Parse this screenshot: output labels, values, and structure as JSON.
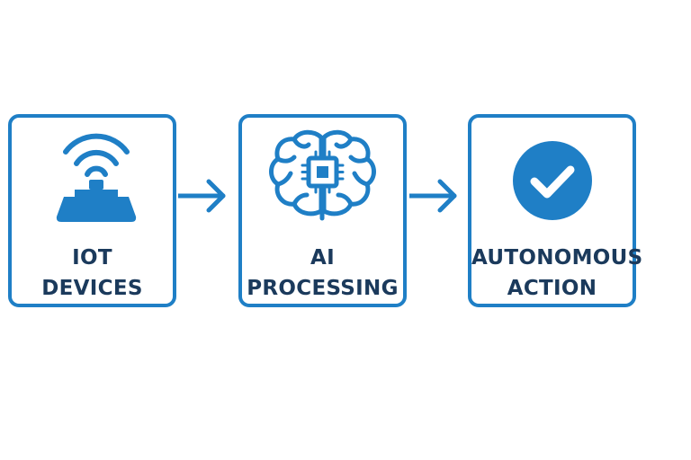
{
  "colors": {
    "accent": "#1f7fc6",
    "text": "#1b3a5c",
    "background": "#ffffff"
  },
  "steps": [
    {
      "icon": "iot-device-wifi-icon",
      "label_line1": "IOT",
      "label_line2": "DEVICES"
    },
    {
      "icon": "ai-brain-chip-icon",
      "label_line1": "AI",
      "label_line2": "PROCESSING"
    },
    {
      "icon": "checkmark-circle-icon",
      "label_line1": "AUTONOMOUS",
      "label_line2": "ACTION"
    }
  ],
  "connectors": [
    "arrow-right-icon",
    "arrow-right-icon"
  ]
}
